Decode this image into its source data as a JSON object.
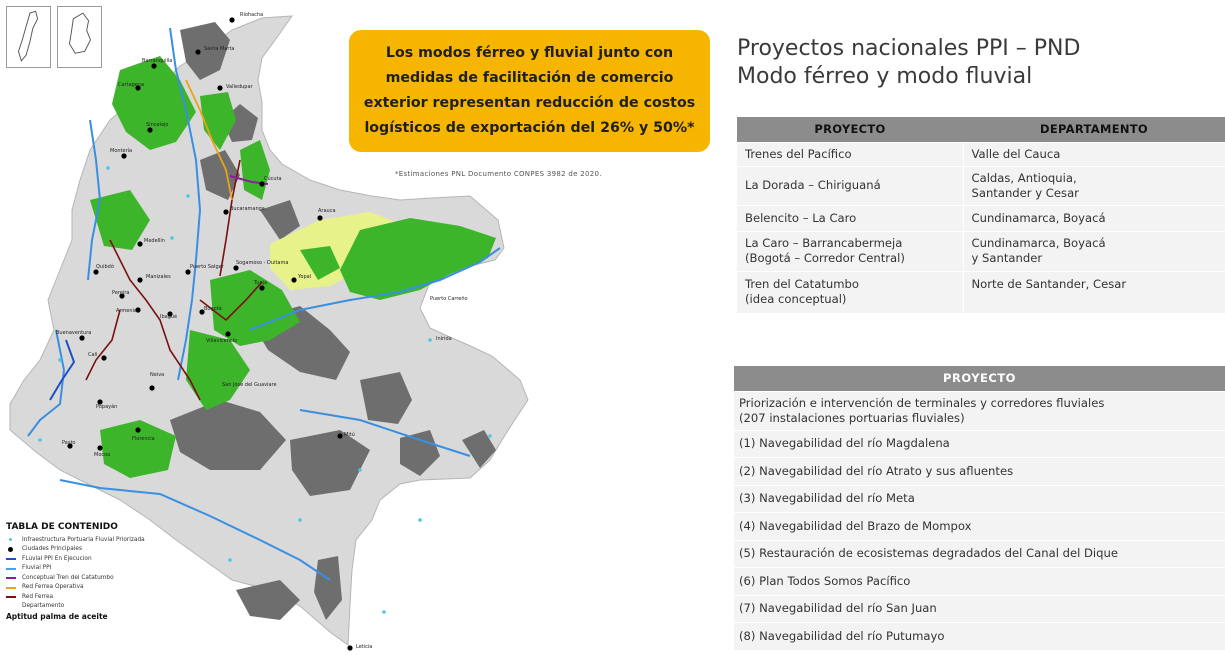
{
  "callout": {
    "text": "Los modos férreo y fluvial junto con medidas de facilitación de comercio exterior representan reducción de costos logísticos de exportación del 26% y 50%*"
  },
  "footnote": "*Estimaciones PNL Documento CONPES 3982 de 2020.",
  "title": {
    "line1": "Proyectos nacionales PPI – PND",
    "line2": "Modo férreo y modo fluvial"
  },
  "table1": {
    "headers": [
      "PROYECTO",
      "DEPARTAMENTO"
    ],
    "rows": [
      {
        "proyecto": [
          "Trenes del Pacífico"
        ],
        "departamento": [
          "Valle del Cauca"
        ]
      },
      {
        "proyecto": [
          "La Dorada – Chiriguaná"
        ],
        "departamento": [
          "Caldas, Antioquia,",
          "Santander y Cesar"
        ]
      },
      {
        "proyecto": [
          "Belencito – La Caro"
        ],
        "departamento": [
          "Cundinamarca, Boyacá"
        ]
      },
      {
        "proyecto": [
          "La Caro – Barrancabermeja",
          "(Bogotá – Corredor Central)"
        ],
        "departamento": [
          "Cundinamarca, Boyacá",
          "y Santander"
        ]
      },
      {
        "proyecto": [
          "Tren del Catatumbo",
          "(idea conceptual)"
        ],
        "departamento": [
          "Norte de Santander, Cesar"
        ]
      }
    ]
  },
  "table2": {
    "header": "PROYECTO",
    "rows": [
      [
        "Priorización e intervención de terminales y corredores fluviales",
        "(207 instalaciones portuarias fluviales)"
      ],
      [
        "(1) Navegabilidad del río Magdalena"
      ],
      [
        "(2) Navegabilidad del río Atrato y sus afluentes"
      ],
      [
        "(3) Navegabilidad del río Meta"
      ],
      [
        "(4) Navegabilidad del Brazo de Mompox"
      ],
      [
        "(5) Restauración de ecosistemas degradados del Canal del Dique"
      ],
      [
        "(6) Plan Todos Somos Pacífico"
      ],
      [
        "(7) Navegabilidad del río San Juan"
      ],
      [
        "(8) Navegabilidad del río Putumayo"
      ]
    ]
  },
  "legend": {
    "title": "TABLA DE CONTENIDO",
    "items": [
      {
        "label": "Infraestructura Portuaria Fluvial Priorizada",
        "symbol": "dot",
        "color": "#4dc7e6"
      },
      {
        "label": "Ciudades Principales",
        "symbol": "bigdot",
        "color": "#000000"
      },
      {
        "label": "FLuvial PPI En Ejecucion",
        "symbol": "line",
        "color": "#1f4fc7"
      },
      {
        "label": "Fluvial PPI",
        "symbol": "line",
        "color": "#39a9e6"
      },
      {
        "label": "Conceptual Tren del Catatumbo",
        "symbol": "line",
        "color": "#8a1f9e"
      },
      {
        "label": "Red Ferrea Operativa",
        "symbol": "line",
        "color": "#e8a317"
      },
      {
        "label": "Red Ferrea",
        "symbol": "line",
        "color": "#7a1010"
      },
      {
        "label": "Departamento",
        "symbol": "none",
        "color": "#ffffff"
      }
    ],
    "subtitle": "Aptitud palma de aceite"
  },
  "map": {
    "cities": [
      "Riohacha",
      "Santa Marta",
      "Barranquilla",
      "Cartagena",
      "Valledupar",
      "Sincelejo",
      "Montería",
      "Cúcuta",
      "Arauca",
      "Bucaramanga",
      "Medellín",
      "Quibdó",
      "Puerto Salgar",
      "Sogamoso - Duitama",
      "Tunja",
      "Manizales",
      "Pereira",
      "Armenia",
      "Ibagué",
      "Bogotá",
      "Yopal",
      "Villavicencio",
      "Puerto Carreño",
      "Inírida",
      "Buenaventura",
      "Cali",
      "Neiva",
      "San José del Guaviare",
      "Popayán",
      "Florencia",
      "Pasto",
      "Mocoa",
      "Mitú",
      "Leticia"
    ],
    "colors": {
      "land": "#d9d9d9",
      "palm_high": "#3db52b",
      "palm_low": "#e8f28a",
      "dark_areas": "#6e6e6e",
      "river": "#3a8fe0"
    }
  }
}
